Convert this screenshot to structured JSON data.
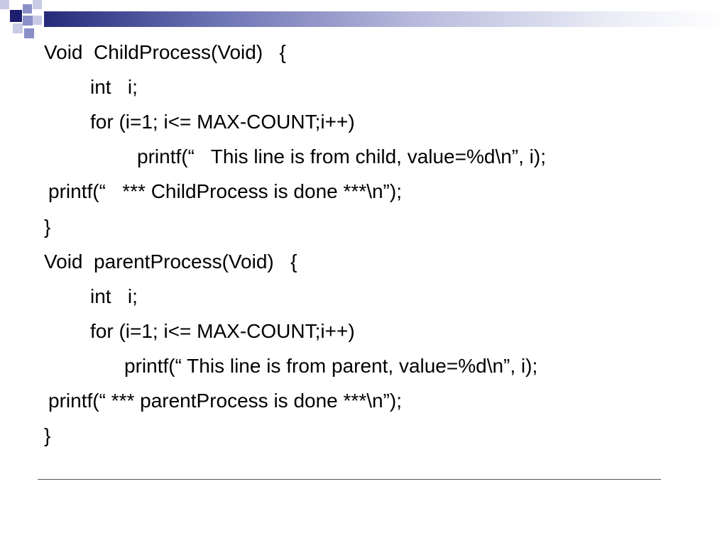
{
  "slide": {
    "lines": [
      "Void  ChildProcess(Void)   {",
      "int   i;",
      "for (i=1; i<= MAX-COUNT;i++)",
      "printf(“   This line is from child, value=%d\\n”, i);",
      "printf(“   *** ChildProcess is done ***\\n”);",
      "}",
      "Void  parentProcess(Void)   {",
      "int   i;",
      "for (i=1; i<= MAX-COUNT;i++)",
      "printf(“ This line is from parent, value=%d\\n”, i);",
      "printf(“ *** parentProcess is done ***\\n”);",
      "}"
    ]
  },
  "colors": {
    "accent_dark": "#1d1e6e",
    "accent_mid": "#8a8fc8",
    "accent_light": "#c8cbe6"
  }
}
